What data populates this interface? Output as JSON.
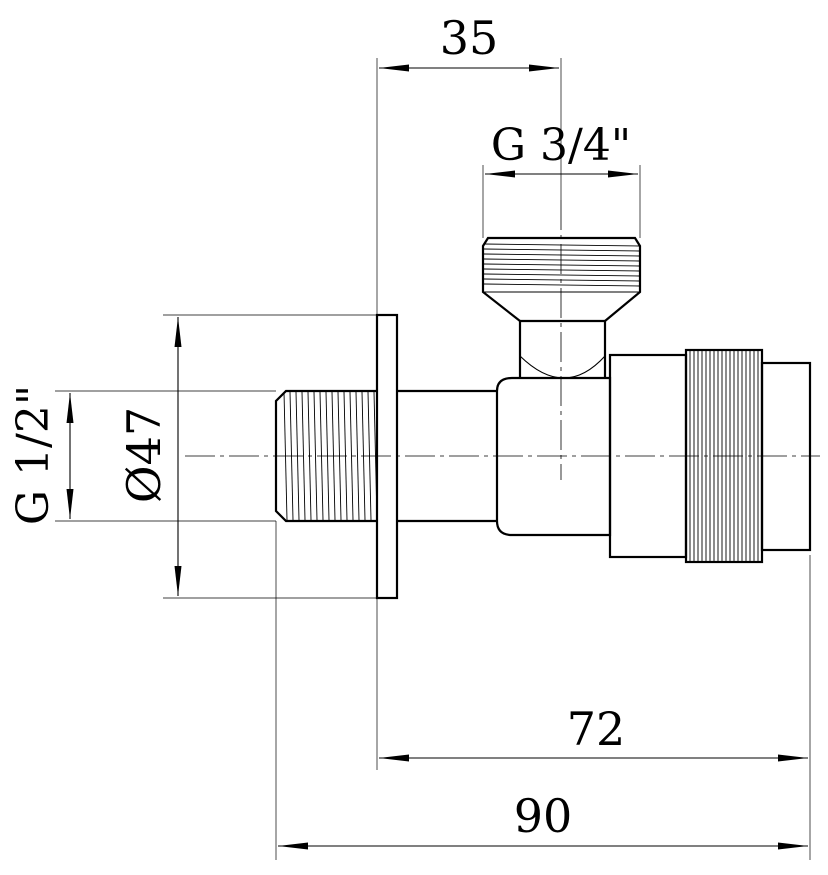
{
  "drawing": {
    "subject": "angle valve technical drawing",
    "dimensions": {
      "d35": "35",
      "thread_outlet": "G 3/4\"",
      "thread_inlet": "G 1/2\"",
      "diameter": "Ø47",
      "d72": "72",
      "d90": "90"
    }
  },
  "colors": {
    "line": "#000000",
    "background": "#ffffff"
  }
}
